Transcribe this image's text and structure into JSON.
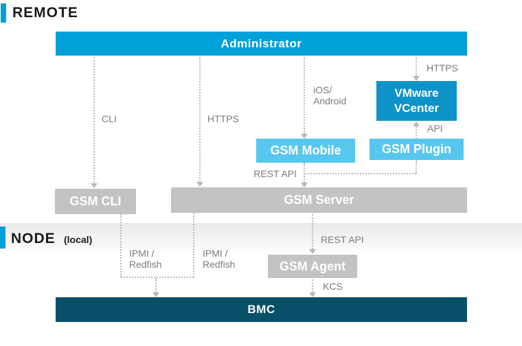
{
  "sections": {
    "remote": {
      "label": "REMOTE"
    },
    "node": {
      "label": "NODE",
      "sublabel": "(local)"
    }
  },
  "boxes": {
    "administrator": {
      "label": "Administrator"
    },
    "vmware": {
      "line1": "VMware",
      "line2": "VCenter"
    },
    "gsm_mobile": {
      "label": "GSM Mobile"
    },
    "gsm_plugin": {
      "label": "GSM Plugin"
    },
    "gsm_cli": {
      "label": "GSM CLI"
    },
    "gsm_server": {
      "label": "GSM Server"
    },
    "gsm_agent": {
      "label": "GSM Agent"
    },
    "bmc": {
      "label": "BMC"
    }
  },
  "connector_labels": {
    "cli": "CLI",
    "https_left": "HTTPS",
    "ios_line1": "iOS/",
    "ios_line2": "Android",
    "https_right": "HTTPS",
    "api": "API",
    "rest_api_remote": "REST API",
    "rest_api_node": "REST API",
    "ipmi1_line1": "IPMI /",
    "ipmi1_line2": "Redfish",
    "ipmi2_line1": "IPMI /",
    "ipmi2_line2": "Redfish",
    "kcs": "KCS"
  },
  "colors": {
    "accent_blue": "#00a0d9",
    "vcenter_blue": "#0d93c8",
    "light_blue": "#58c7ef",
    "box_gray": "#c3c3c3",
    "bmc_teal": "#075168",
    "line_gray": "#b8b8b8",
    "label_gray": "#7b7b7b",
    "heading_black": "#1a1a1a"
  }
}
